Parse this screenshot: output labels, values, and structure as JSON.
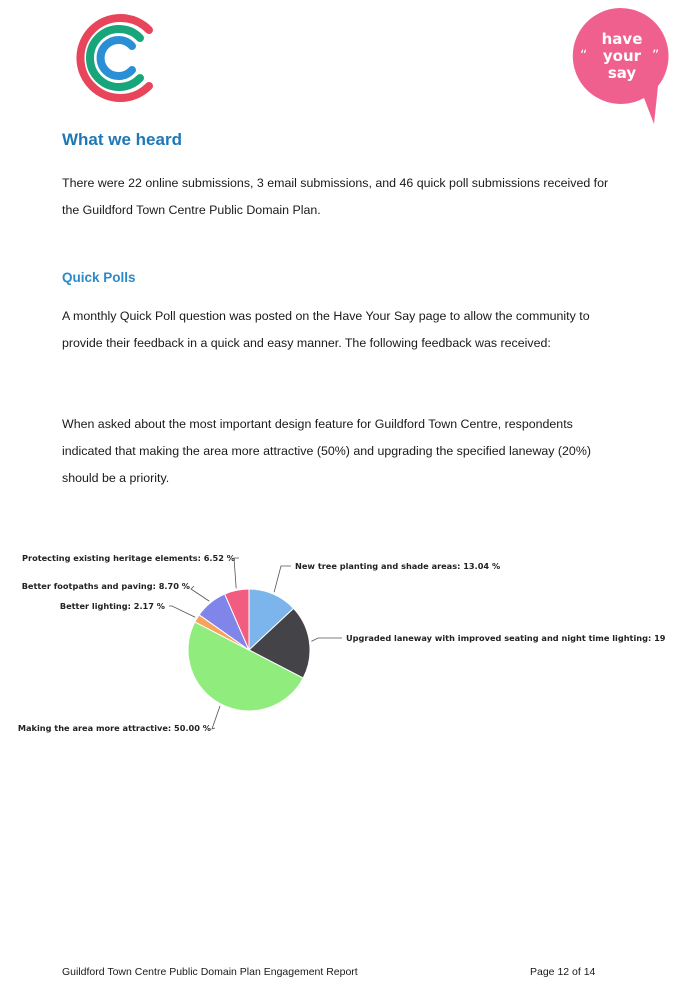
{
  "document": {
    "heading": "What we heard",
    "intro": "There were 22 online submissions, 3 email submissions, and 46 quick poll submissions received for the Guildford Town Centre Public Domain Plan.",
    "subheading": "Quick Polls",
    "poll_intro": "A monthly Quick Poll question was posted on the Have Your Say page to allow the community to provide their feedback in a quick and easy manner. The following feedback was received:",
    "poll_result": "When asked about the most important design feature for Guildford Town Centre, respondents indicated that making the area more attractive (50%) and upgrading the specified laneway (20%) should be a priority."
  },
  "logos": {
    "have_your_say": [
      "have",
      "your",
      "say"
    ]
  },
  "colors": {
    "heading": "#1f78b4",
    "subheading": "#2d8ac8"
  },
  "chart_data": {
    "type": "pie",
    "slices": [
      {
        "label": "New tree planting and shade areas: 13.04 %",
        "value": 13.04,
        "color": "#7cb5ec"
      },
      {
        "label": "Upgraded laneway with improved seating and night time lighting: 19",
        "value": 19.57,
        "color": "#434348"
      },
      {
        "label": "Making the area more attractive: 50.00 %",
        "value": 50.0,
        "color": "#90ed7d"
      },
      {
        "label": "Better lighting: 2.17 %",
        "value": 2.17,
        "color": "#f7a35c"
      },
      {
        "label": "Better footpaths and paving: 8.70 %",
        "value": 8.7,
        "color": "#8085e9"
      },
      {
        "label": "Protecting existing heritage elements: 6.52 %",
        "value": 6.52,
        "color": "#f15c80"
      }
    ]
  },
  "footer": {
    "title": "Guildford Town Centre Public Domain Plan Engagement Report",
    "page": "Page 12 of 14"
  }
}
